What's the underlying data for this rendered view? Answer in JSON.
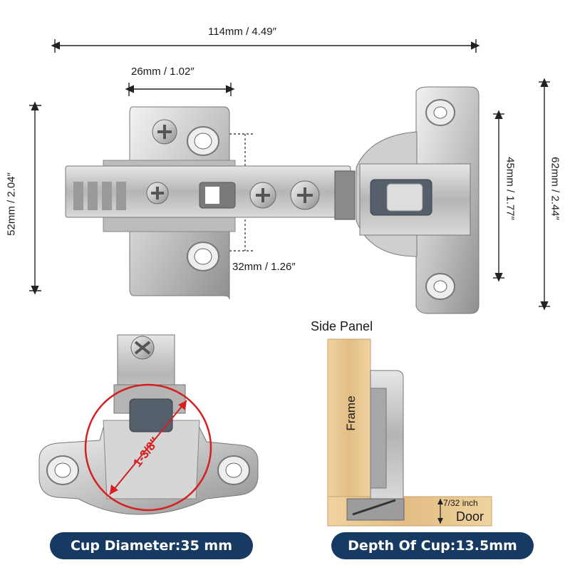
{
  "dimensions": {
    "overall_width": "114mm / 4.49″",
    "plate_width": "26mm / 1.02″",
    "plate_height": "52mm / 2.04″",
    "hole_spacing": "32mm / 1.26″",
    "cup_hole_spacing": "45mm / 1.77″",
    "cup_plate_height": "62mm / 2.44″"
  },
  "cup_diameter_mark": "1-3/8″",
  "side_panel": {
    "title": "Side Panel",
    "frame_label": "Frame",
    "overlay": "7/32 inch",
    "door_label": "Door"
  },
  "badges": {
    "cup_diameter": "Cup Diameter:35 mm",
    "cup_depth": "Depth Of Cup:13.5mm"
  },
  "colors": {
    "badge_bg": "#173a63",
    "highlight_circle": "#d42020",
    "metal": "#c9c9c9",
    "wood": "#e9c894"
  }
}
